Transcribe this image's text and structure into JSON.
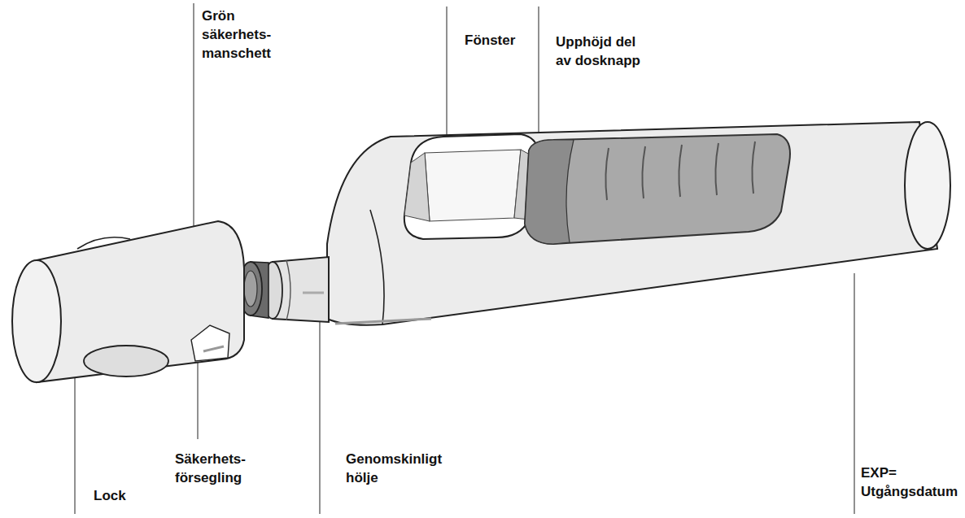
{
  "diagram": {
    "labels": [
      "Grön säkerhets- manschett",
      "Fönster",
      "Upphöjd del av dosknapp",
      "Lock",
      "Säkerhets- försegling",
      "Genomskinligt hölje",
      "EXP= Utgångsdatum"
    ]
  }
}
